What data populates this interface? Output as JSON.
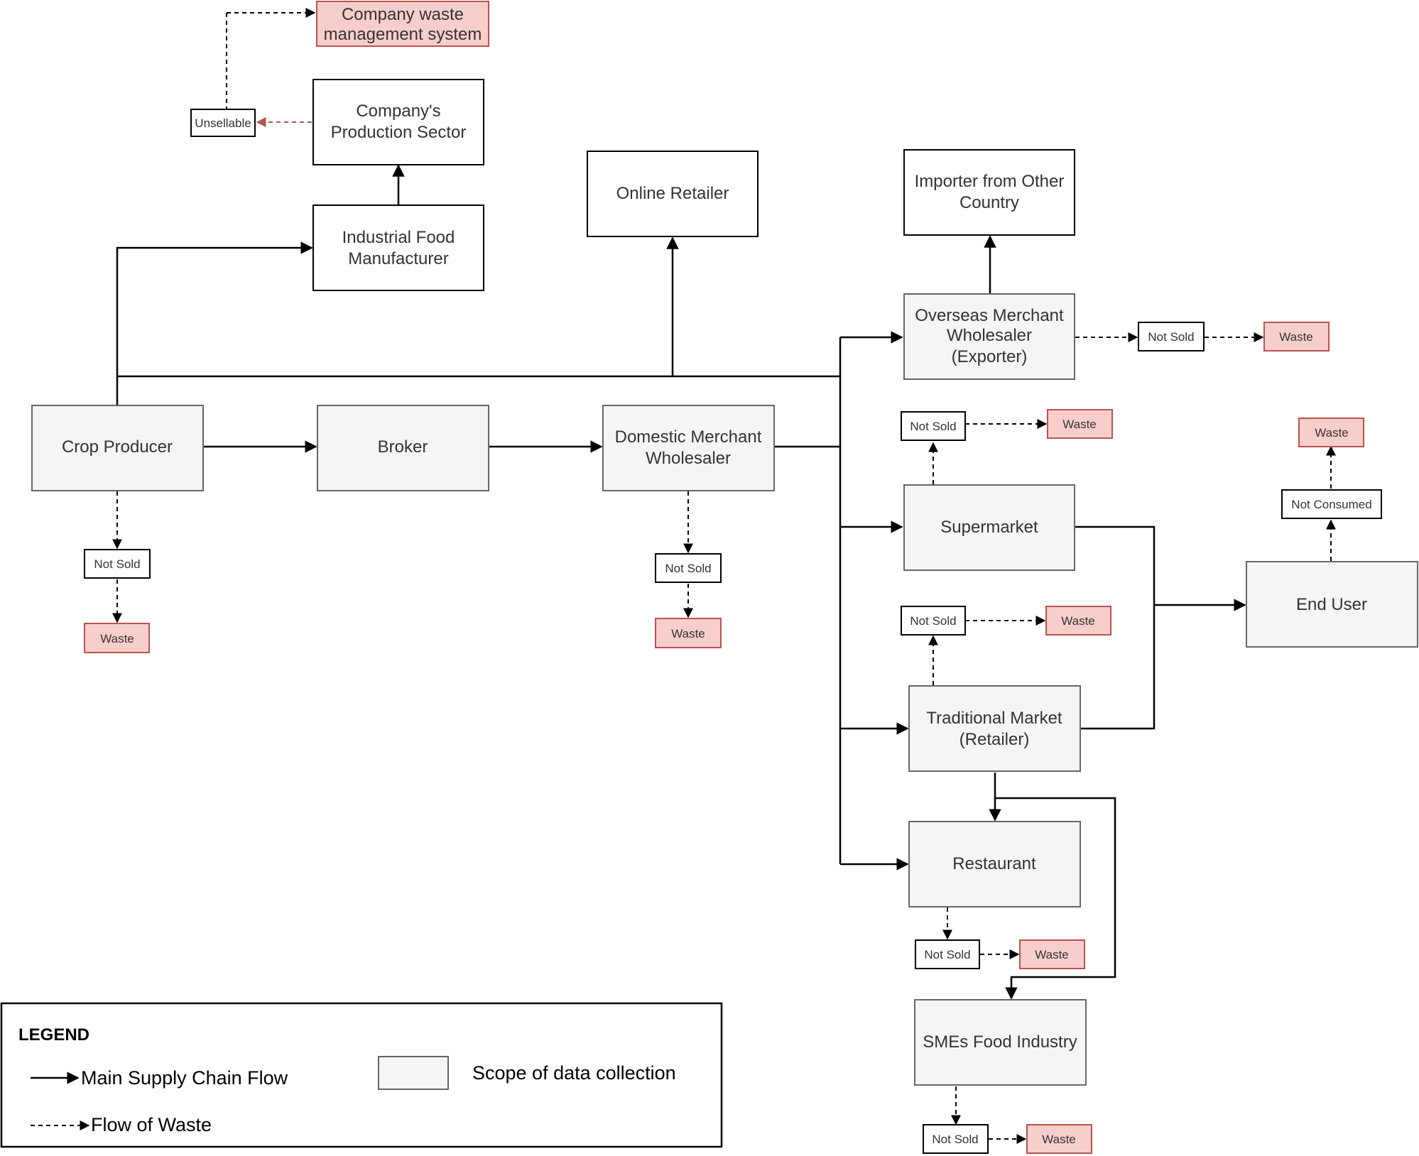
{
  "nodes": {
    "company_waste_mgmt": "Company waste management system",
    "unsellable": "Unsellable",
    "production_sector": "Company's Production Sector",
    "industrial_food": "Industrial Food Manufacturer",
    "online_retailer": "Online Retailer",
    "importer": "Importer from Other Country",
    "overseas_wholesaler": "Overseas Merchant Wholesaler (Exporter)",
    "crop_producer": "Crop Producer",
    "broker": "Broker",
    "domestic_wholesaler": "Domestic Merchant Wholesaler",
    "supermarket": "Supermarket",
    "end_user": "End User",
    "traditional_market": "Traditional Market (Retailer)",
    "restaurant": "Restaurant",
    "smes": "SMEs Food Industry"
  },
  "labels": {
    "not_sold": "Not Sold",
    "waste": "Waste",
    "not_consumed": "Not Consumed"
  },
  "legend": {
    "title": "LEGEND",
    "main_flow": "Main Supply Chain Flow",
    "waste_flow": "Flow of Waste",
    "scope": "Scope of data collection"
  },
  "colors": {
    "scope_fill": "#f5f5f5",
    "waste_fill": "#f8cecc",
    "waste_stroke": "#b85450"
  }
}
